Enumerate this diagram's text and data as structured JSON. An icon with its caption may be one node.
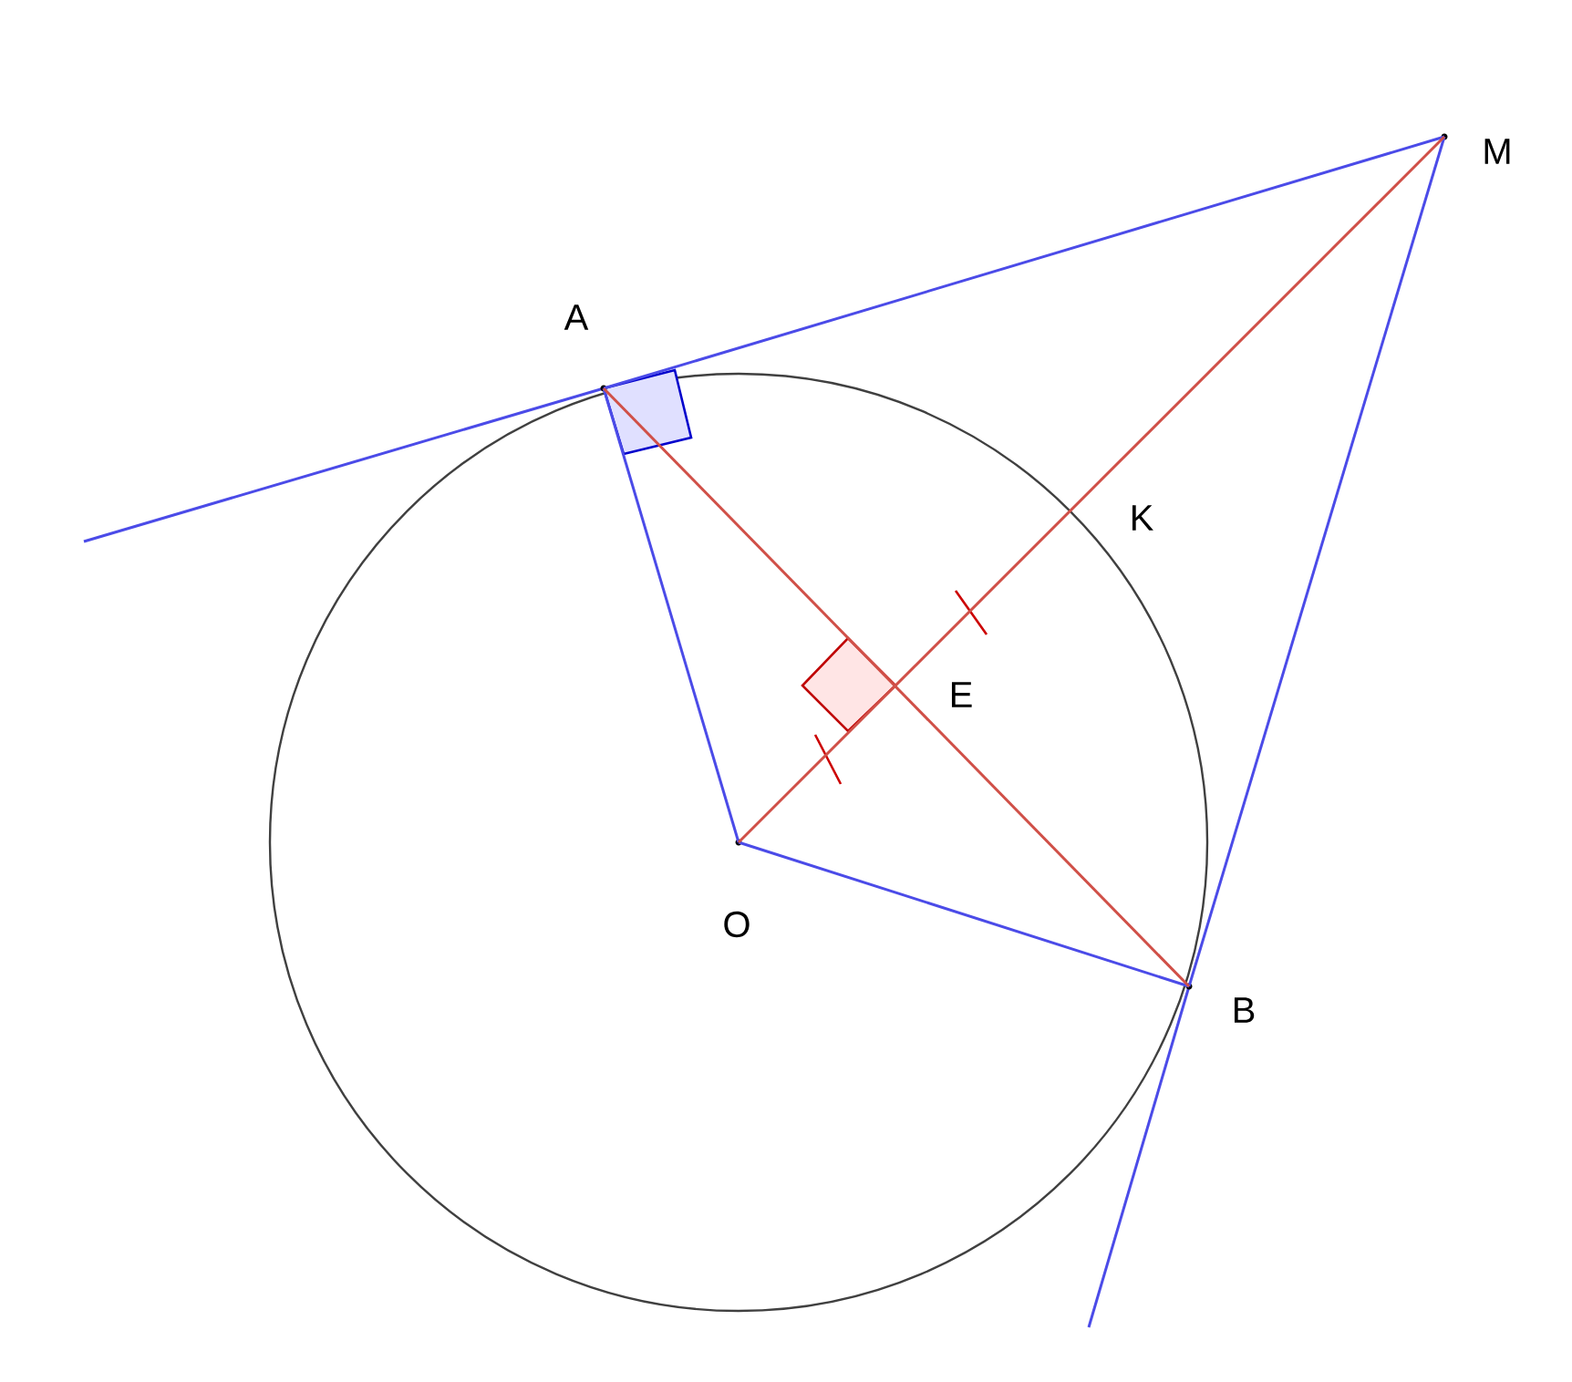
{
  "diagram": {
    "nodes": [
      {
        "text": [
          "A"
        ]
      },
      {
        "text": [
          "M"
        ]
      },
      {
        "text": [
          "O"
        ]
      },
      {
        "text": [
          "B"
        ]
      },
      {
        "text": [
          "E"
        ]
      },
      {
        "text": [
          "K"
        ]
      }
    ],
    "edges": [
      {
        "from": 1,
        "to": 0,
        "arrow": "none"
      },
      {
        "from": 1,
        "to": 3,
        "arrow": "none"
      },
      {
        "from": 2,
        "to": 0,
        "arrow": "none"
      },
      {
        "from": 2,
        "to": 3,
        "arrow": "none"
      },
      {
        "from": 0,
        "to": 3,
        "arrow": "none",
        "color": "#d05048"
      },
      {
        "from": 2,
        "to": 1,
        "arrow": "none",
        "color": "#d05048"
      }
    ]
  }
}
